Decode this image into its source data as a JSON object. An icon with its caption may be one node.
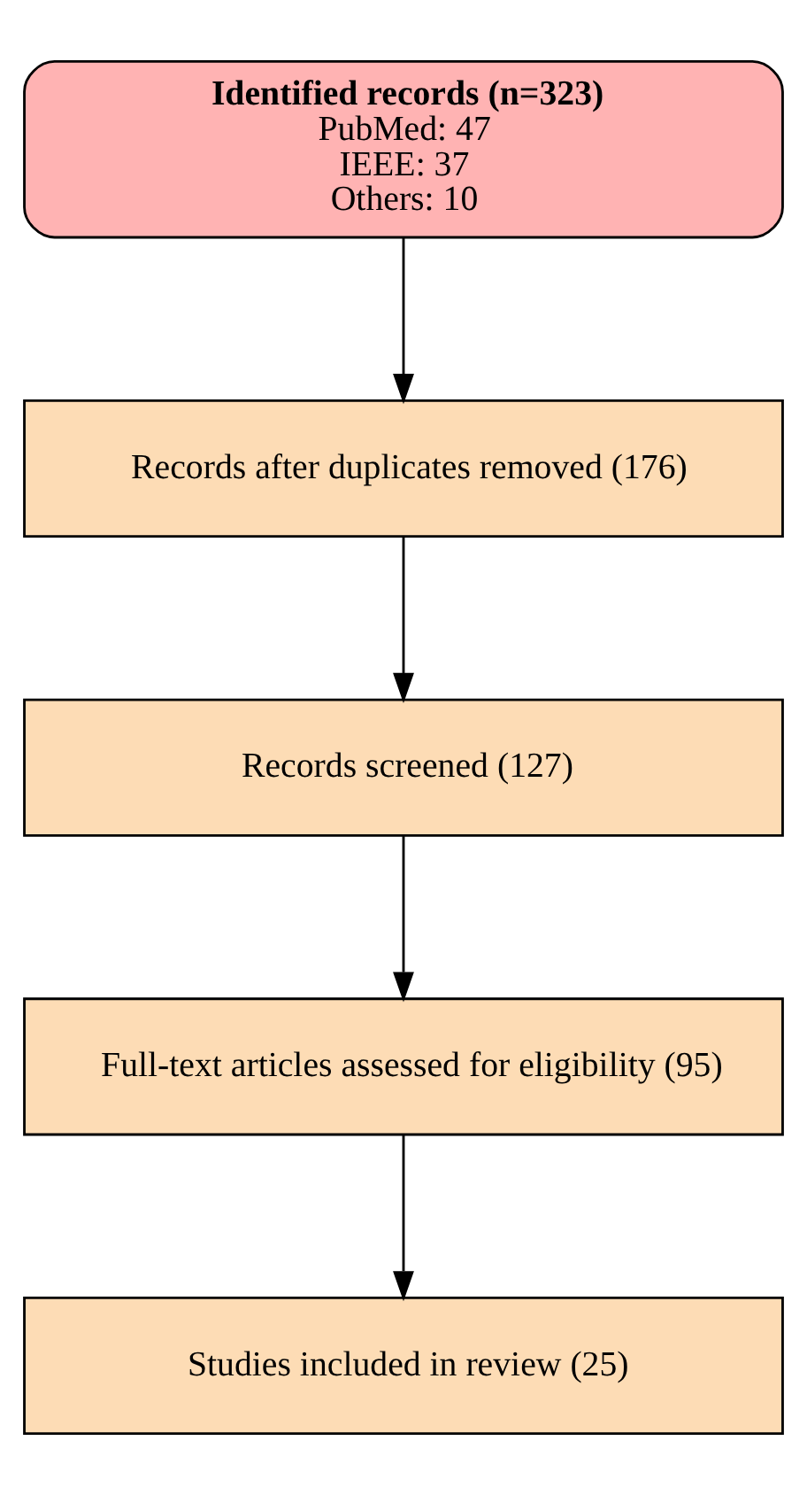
{
  "diagram": {
    "nodes": [
      {
        "text": [
          "Identified records (n=323)",
          "PubMed: 47",
          "IEEE: 37",
          "Others: 10"
        ]
      },
      {
        "text": [
          "Records after duplicates removed (176)"
        ]
      },
      {
        "text": [
          "Records screened (127)"
        ]
      },
      {
        "text": [
          "Full-text articles assessed for eligibility (95)"
        ]
      },
      {
        "text": [
          "Studies included in review (25)"
        ]
      }
    ],
    "edges": [
      {
        "from": 0,
        "to": 1,
        "arrow": "to"
      },
      {
        "from": 1,
        "to": 2,
        "arrow": "to"
      },
      {
        "from": 2,
        "to": 3,
        "arrow": "to"
      },
      {
        "from": 3,
        "to": 4,
        "arrow": "to"
      }
    ]
  }
}
